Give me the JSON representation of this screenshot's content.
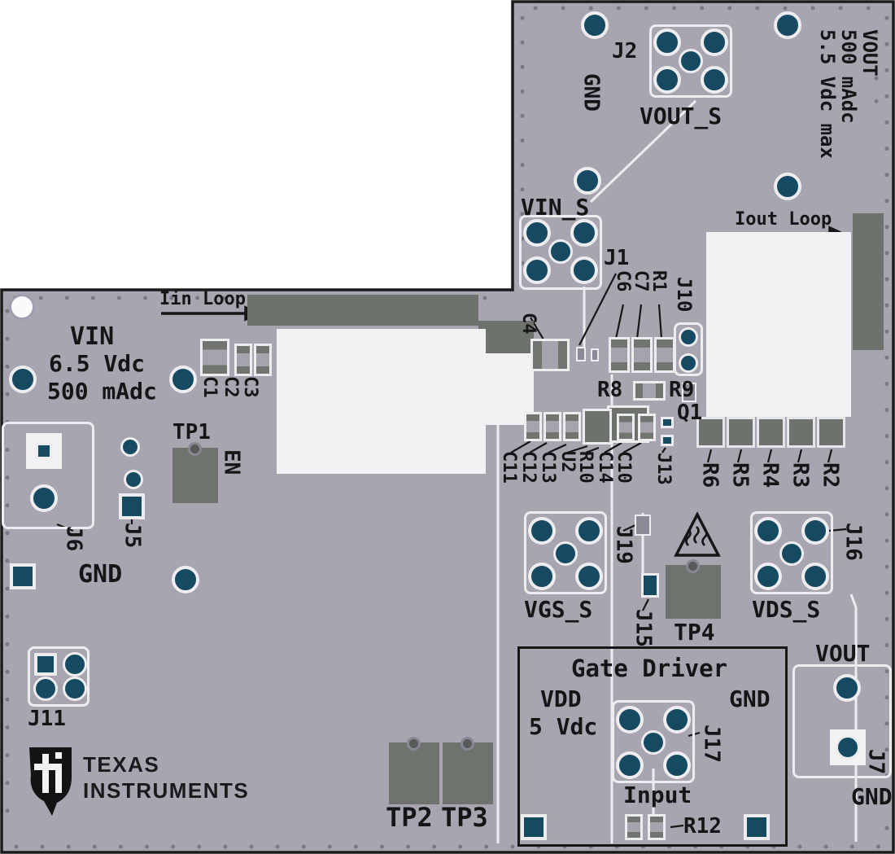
{
  "board": {
    "color": "#a8a5b1",
    "pad_color": "#164a63",
    "copper_color": "#6e726c",
    "silk_white": "#edecef",
    "silk_black": "#161616"
  },
  "labels": {
    "iin_loop": "Iin Loop",
    "iout_loop": "Iout Loop",
    "vin": "VIN",
    "vin_volts": "6.5 Vdc",
    "vin_current": "500 mAdc",
    "vout_max": "5.5 Vdc max",
    "vout_current": "500 mAdc",
    "vout_right": "VOUT",
    "vout_bottom": "VOUT",
    "gnd_top": "GND",
    "gnd_input": "GND",
    "gnd_gate": "GND",
    "gnd_output": "GND",
    "vout_s": "VOUT_S",
    "vin_s": "VIN_S",
    "vgs_s": "VGS_S",
    "vds_s": "VDS_S",
    "gate_driver": "Gate Driver",
    "vdd": "VDD",
    "vdd_volts": "5 Vdc",
    "input": "Input",
    "en": "EN"
  },
  "refdes": {
    "j1": "J1",
    "j2": "J2",
    "j5": "J5",
    "j6": "J6",
    "j7": "J7",
    "j10": "J10",
    "j11": "J11",
    "j13": "J13",
    "j15": "J15",
    "j16": "J16",
    "j17": "J17",
    "j19": "J19",
    "c1": "C1",
    "c2": "C2",
    "c3": "C3",
    "c4": "C4",
    "c6": "C6",
    "c7": "C7",
    "c10": "C10",
    "c11": "C11",
    "c12": "C12",
    "c13": "C13",
    "c14": "C14",
    "r1": "R1",
    "r2": "R2",
    "r3": "R3",
    "r4": "R4",
    "r5": "R5",
    "r6": "R6",
    "r8": "R8",
    "r9": "R9",
    "r10": "R10",
    "r12": "R12",
    "u2": "U2",
    "q1": "Q1",
    "tp1": "TP1",
    "tp2": "TP2",
    "tp3": "TP3",
    "tp4": "TP4"
  },
  "brand": {
    "logo": "ti",
    "line1": "TEXAS",
    "line2": "INSTRUMENTS"
  }
}
